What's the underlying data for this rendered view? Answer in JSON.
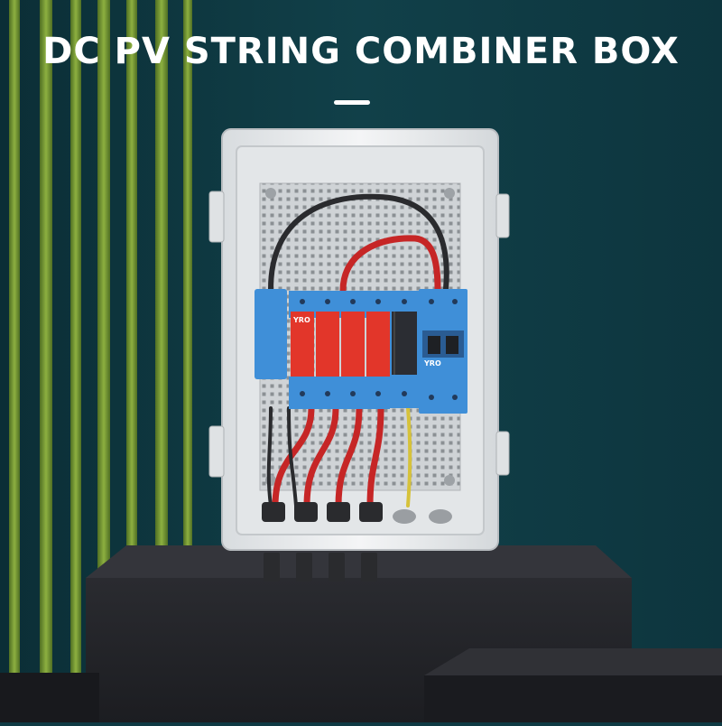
{
  "page": {
    "title": "DC PV STRING COMBINER BOX"
  },
  "scene": {
    "background_color": "#0f3a44",
    "stripe_color": "#7fa63a",
    "pedestal_color": "#1d1e22",
    "enclosure_color": "#eef0f2",
    "backplate_color": "#c9cdd0",
    "spd_color": "#e2362a",
    "breaker_color": "#3f8fd8",
    "spd_brand": "YRO",
    "mcb_brand": "YRO"
  }
}
